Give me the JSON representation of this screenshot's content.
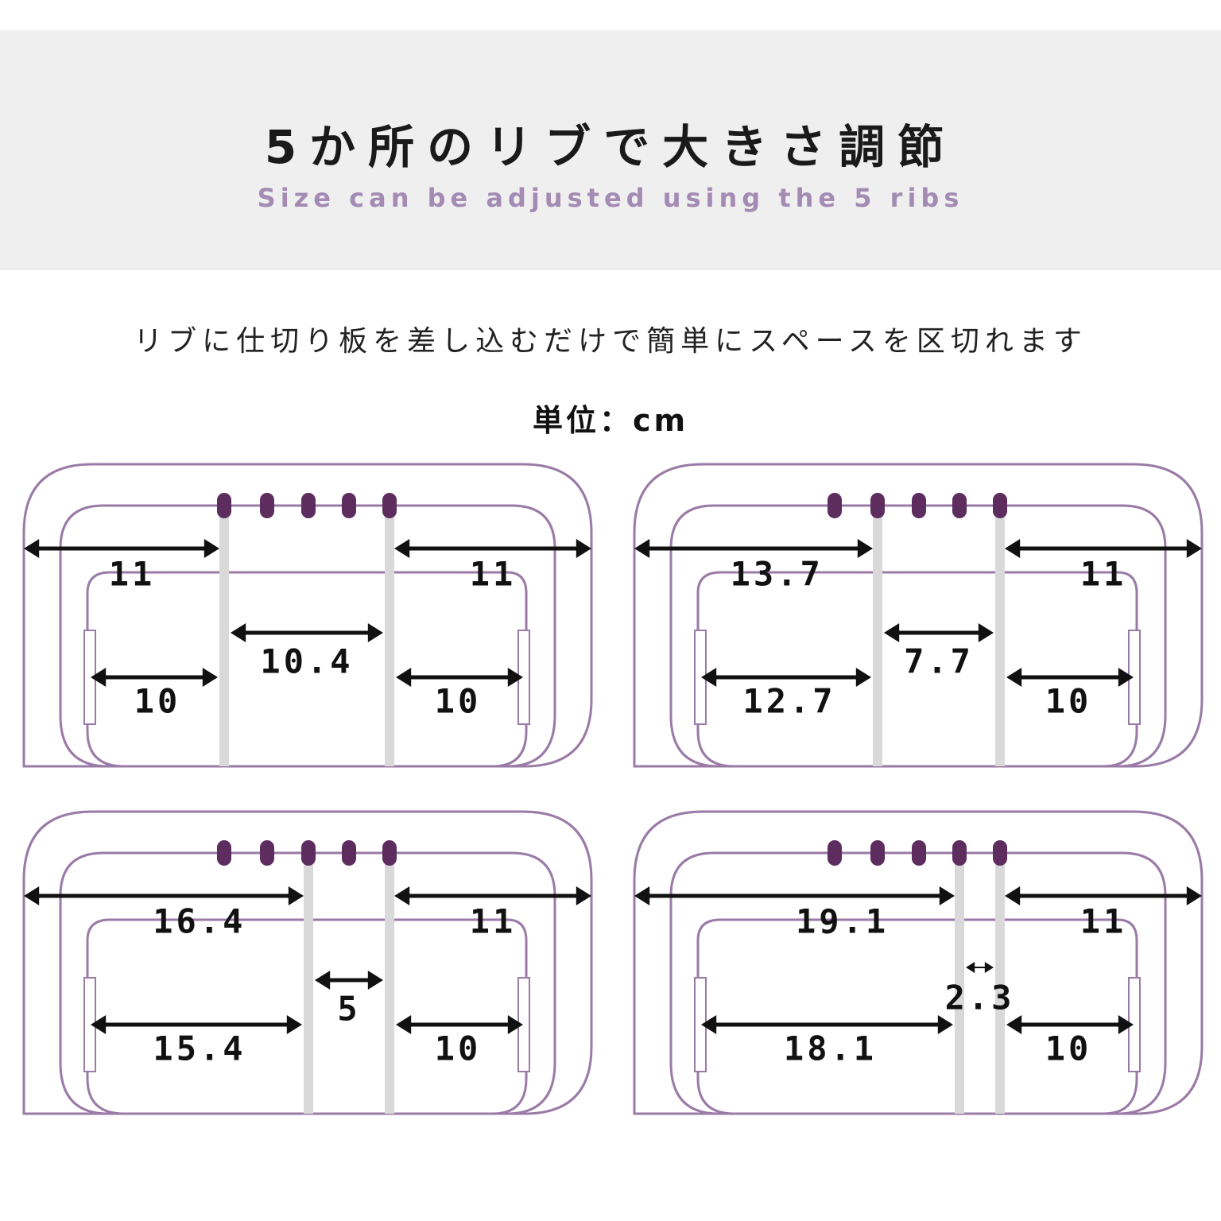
{
  "header": {
    "title": "5か所のリブで大きさ調節",
    "subtitle": "Size can be adjusted using the 5 ribs"
  },
  "description": "リブに仕切り板を差し込むだけで簡単にスペースを区切れます",
  "unit_label": "単位：cm",
  "colors": {
    "outline": "#9a7aa6",
    "rib": "#5c2d5e",
    "divider": "#d9d9d9",
    "arrow": "#111111",
    "banner": "#f0eff0"
  },
  "panels": [
    {
      "active_ribs": [
        0,
        4
      ],
      "dims": {
        "outer_left": "11",
        "outer_right": "11",
        "middle": "10.4",
        "inner_left": "10",
        "inner_right": "10"
      }
    },
    {
      "active_ribs": [
        1,
        4
      ],
      "dims": {
        "outer_left": "13.7",
        "outer_right": "11",
        "middle": "7.7",
        "inner_left": "12.7",
        "inner_right": "10"
      }
    },
    {
      "active_ribs": [
        2,
        4
      ],
      "dims": {
        "outer_left": "16.4",
        "outer_right": "11",
        "middle": "5",
        "inner_left": "15.4",
        "inner_right": "10"
      }
    },
    {
      "active_ribs": [
        3,
        4
      ],
      "dims": {
        "outer_left": "19.1",
        "outer_right": "11",
        "middle": "2.3",
        "inner_left": "18.1",
        "inner_right": "10"
      }
    }
  ]
}
